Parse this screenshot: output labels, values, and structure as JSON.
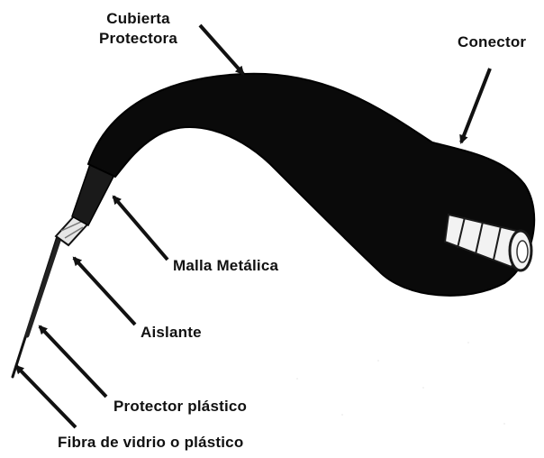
{
  "labels": {
    "cubierta_line1": "Cubierta",
    "cubierta_line2": "Protectora",
    "conector": "Conector",
    "malla": "Malla Metálica",
    "aislante": "Aislante",
    "protector": "Protector plástico",
    "fibra": "Fibra de vidrio o plástico"
  },
  "colors": {
    "cable_jacket": "#0a0a0a",
    "connector_body": "#f2f2f2",
    "connector_edge": "#1a1a1a",
    "arrow": "#111111",
    "text": "#111111"
  }
}
